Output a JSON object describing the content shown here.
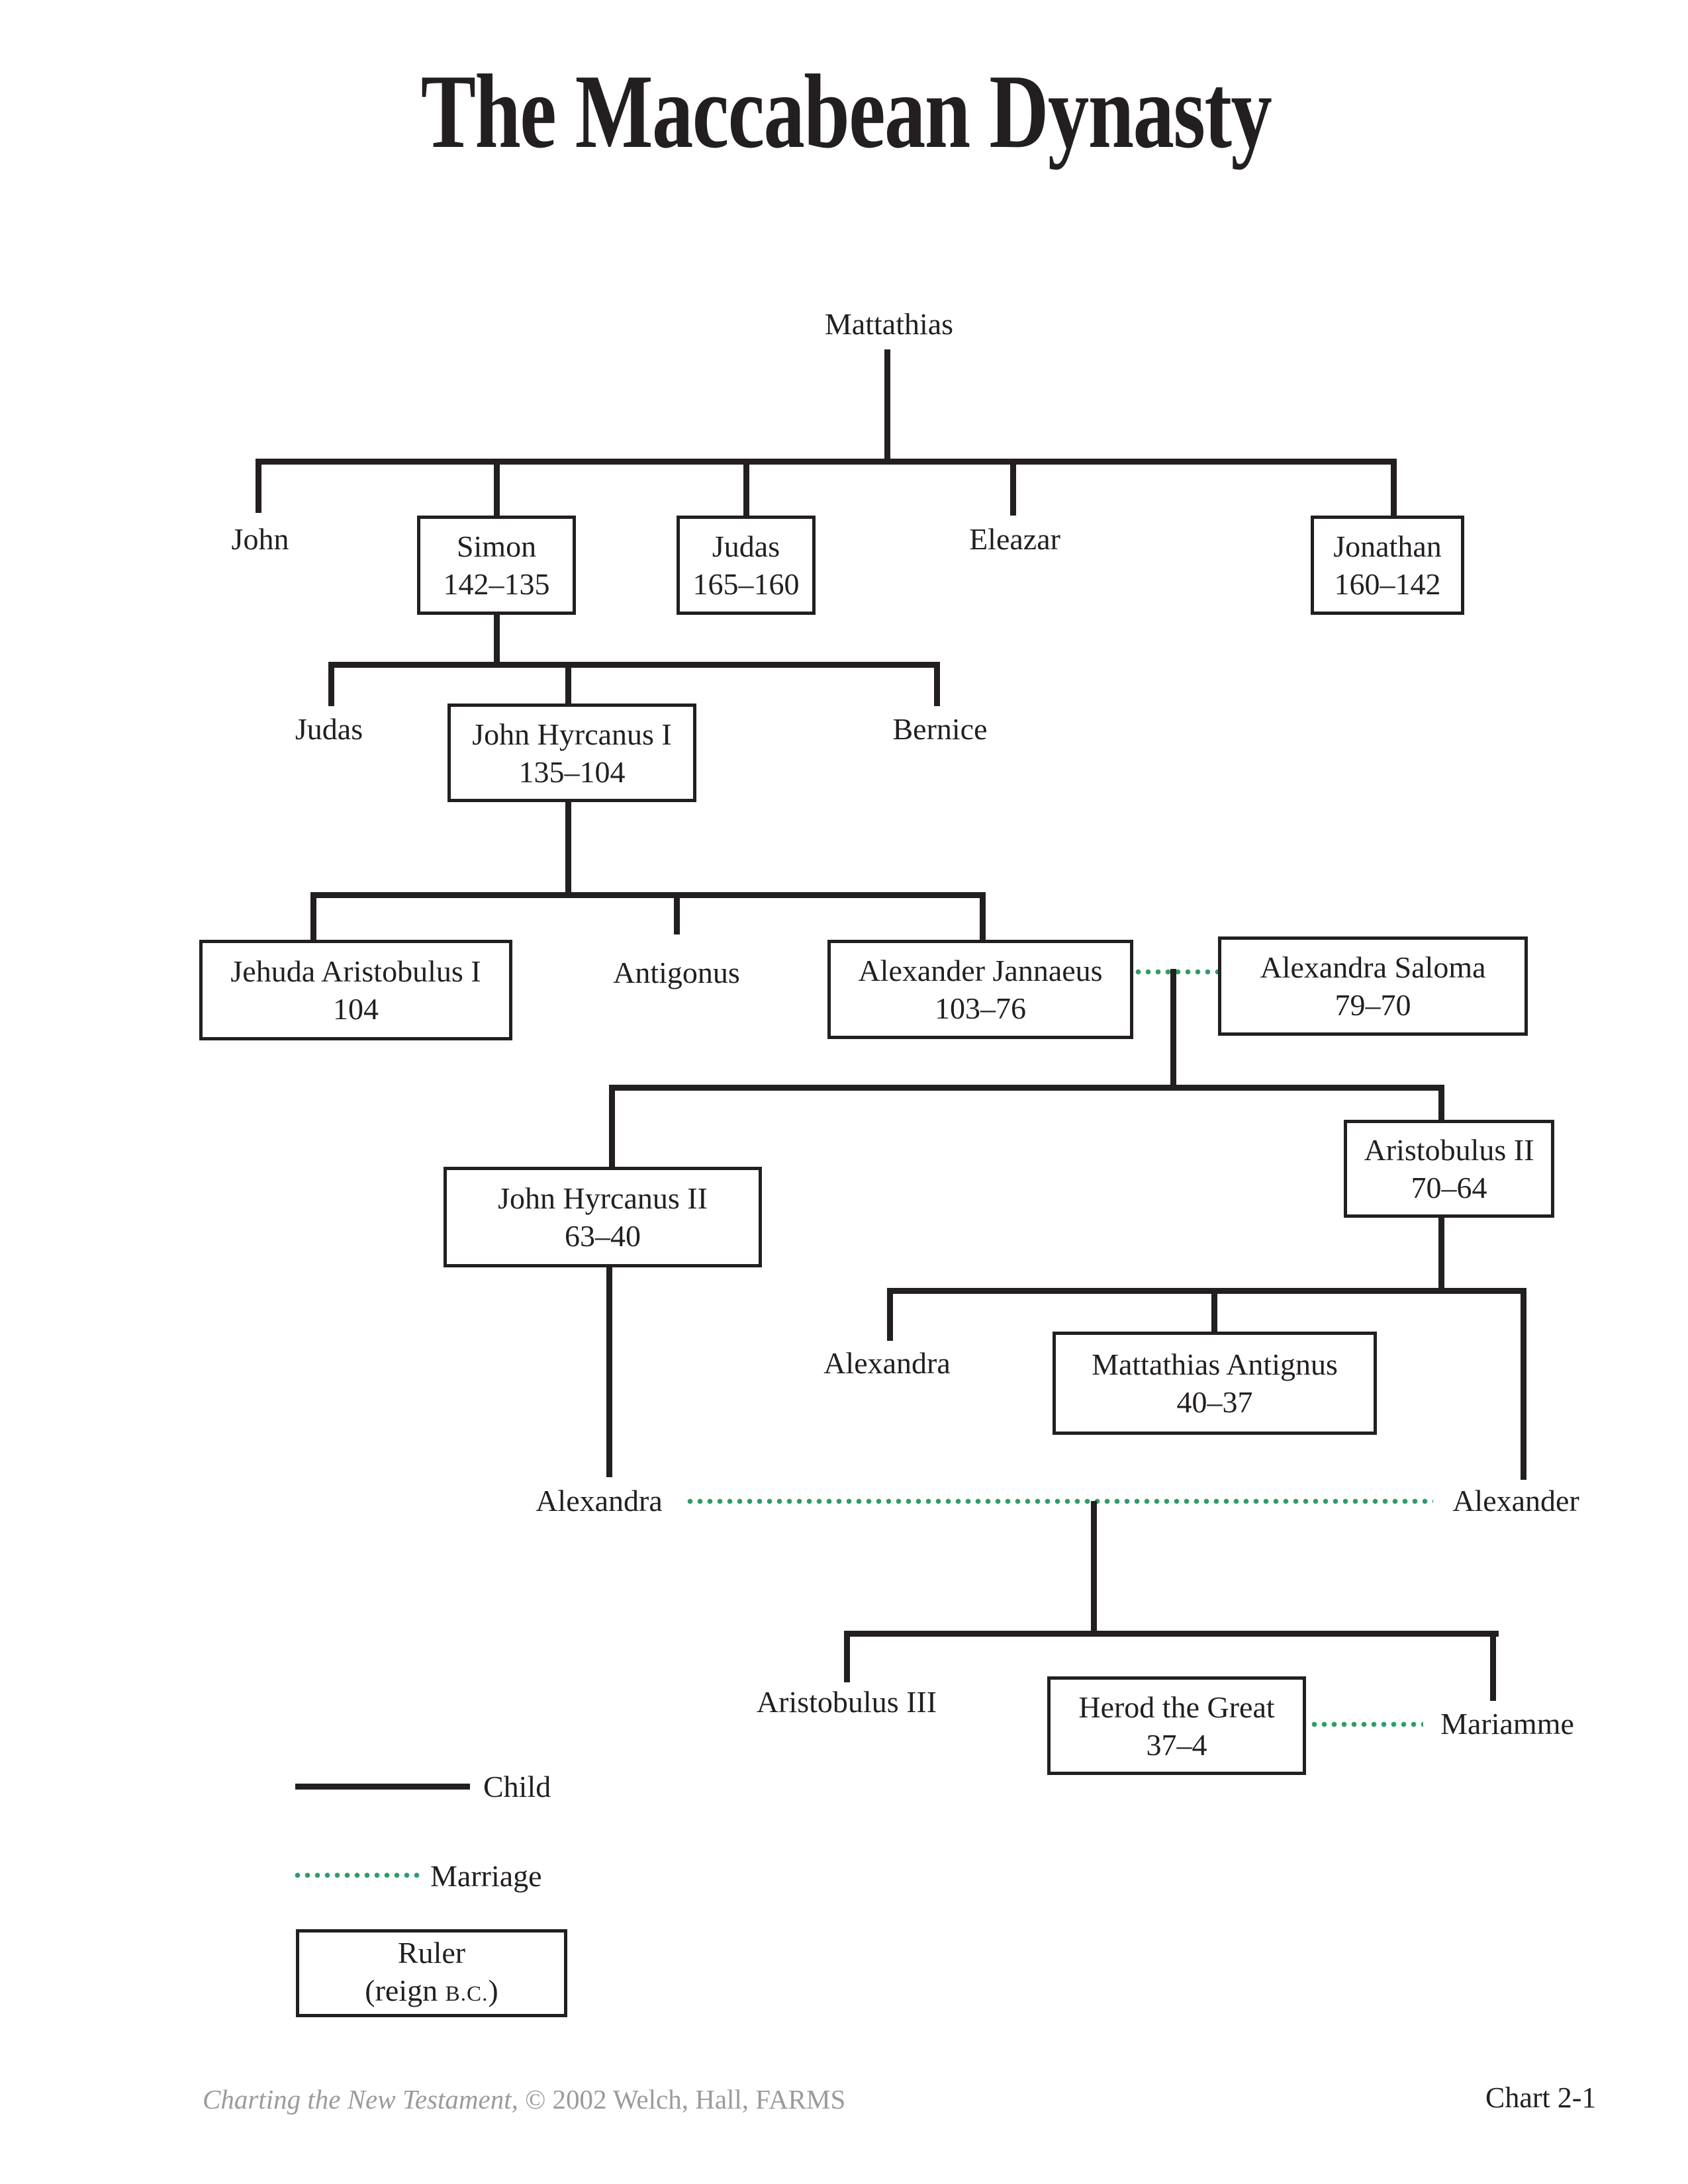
{
  "title": "The Maccabean Dynasty",
  "people": {
    "mattathias": {
      "name": "Mattathias"
    },
    "john": {
      "name": "John"
    },
    "simon": {
      "name": "Simon",
      "reign": "142–135"
    },
    "judas": {
      "name": "Judas",
      "reign": "165–160"
    },
    "eleazar": {
      "name": "Eleazar"
    },
    "jonathan": {
      "name": "Jonathan",
      "reign": "160–142"
    },
    "judas2": {
      "name": "Judas"
    },
    "john_hyrcanus_1": {
      "name": "John Hyrcanus I",
      "reign": "135–104"
    },
    "bernice": {
      "name": "Bernice"
    },
    "jehuda_aristobulus_1": {
      "name": "Jehuda Aristobulus I",
      "reign": "104"
    },
    "antigonus": {
      "name": "Antigonus"
    },
    "alexander_jannaeus": {
      "name": "Alexander Jannaeus",
      "reign": "103–76"
    },
    "alexandra_saloma": {
      "name": "Alexandra Saloma",
      "reign": "79–70"
    },
    "john_hyrcanus_2": {
      "name": "John Hyrcanus II",
      "reign": "63–40"
    },
    "aristobulus_2": {
      "name": "Aristobulus II",
      "reign": "70–64"
    },
    "alexandra_d_aristobulus": {
      "name": "Alexandra"
    },
    "mattathias_antignus": {
      "name": "Mattathias Antignus",
      "reign": "40–37"
    },
    "alexandra_d_hyrcanus": {
      "name": "Alexandra"
    },
    "alexander": {
      "name": "Alexander"
    },
    "aristobulus_3": {
      "name": "Aristobulus III"
    },
    "herod": {
      "name": "Herod the Great",
      "reign": "37–4"
    },
    "mariamme": {
      "name": "Mariamme"
    }
  },
  "legend": {
    "child": "Child",
    "marriage": "Marriage",
    "ruler": "Ruler",
    "ruler_sub_pre": "(reign ",
    "ruler_sub_bc": "B.C.",
    "ruler_sub_post": ")"
  },
  "footer": {
    "source_italic": "Charting the New Testament,",
    "source_rest": " © 2002 Welch, Hall, FARMS",
    "chart_number": "Chart 2-1"
  },
  "colors": {
    "ink": "#231f20",
    "marriage_green": "#2e9c6a",
    "footer_gray": "#9b9b9b"
  }
}
